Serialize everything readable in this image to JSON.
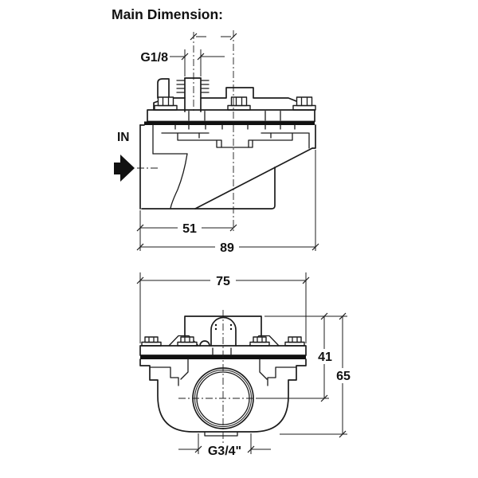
{
  "title": "Main Dimension:",
  "side_view": {
    "pilot_port_label": "G1/8",
    "inlet_label": "IN",
    "dim_inlet_center_to_outlet_center": "51",
    "dim_overall_length": "89"
  },
  "front_view": {
    "dim_overall_width": "75",
    "dim_top_to_outlet_center": "41",
    "dim_overall_height": "65",
    "outlet_port_label": "G3/4\""
  },
  "colors": {
    "line": "#1c1c1c",
    "background": "#ffffff"
  }
}
